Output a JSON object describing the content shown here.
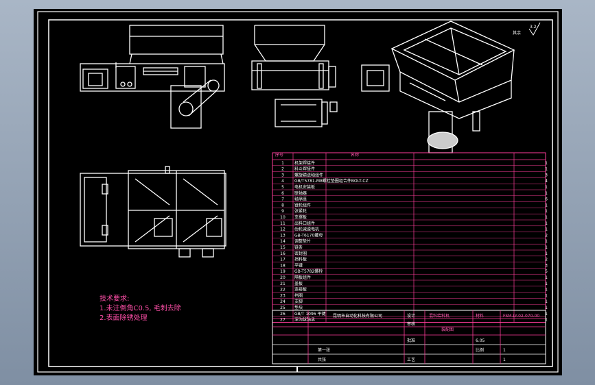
{
  "drawing": {
    "roughness_symbol": "3.2",
    "notes": {
      "title": "技术要求:",
      "line1": "1.未注倒角C0.5, 毛刺去除",
      "line2": "2.表面除锈处理"
    },
    "bom": {
      "header": {
        "no": "序号",
        "name": "名称"
      },
      "rows": [
        {
          "no": "1",
          "name": "机架焊接件",
          "qty": "1"
        },
        {
          "no": "2",
          "name": "料斗焊接件",
          "qty": "1"
        },
        {
          "no": "3",
          "name": "螺旋输送轴组件",
          "qty": "3"
        },
        {
          "no": "4",
          "name": "GB/T5781-M8螺栓垫圈组合件BOLT-CZ",
          "qty": "4"
        },
        {
          "no": "5",
          "name": "电机安装板",
          "qty": "1"
        },
        {
          "no": "6",
          "name": "联轴器",
          "qty": "1"
        },
        {
          "no": "7",
          "name": "轴承座",
          "qty": "6"
        },
        {
          "no": "8",
          "name": "链轮组件",
          "qty": "1"
        },
        {
          "no": "9",
          "name": "张紧轮",
          "qty": "1"
        },
        {
          "no": "10",
          "name": "支撑板",
          "qty": "1"
        },
        {
          "no": "11",
          "name": "出料口组件",
          "qty": "1"
        },
        {
          "no": "12",
          "name": "齿轮减速电机",
          "qty": "1"
        },
        {
          "no": "13",
          "name": "GB-T6170螺母",
          "qty": "2"
        },
        {
          "no": "14",
          "name": "调整垫片",
          "qty": "1"
        },
        {
          "no": "15",
          "name": "链条",
          "qty": "1"
        },
        {
          "no": "16",
          "name": "密封圈",
          "qty": "1"
        },
        {
          "no": "17",
          "name": "挡料板",
          "qty": "2"
        },
        {
          "no": "18",
          "name": "平键",
          "qty": "3"
        },
        {
          "no": "19",
          "name": "GB-T5782螺栓",
          "qty": "5"
        },
        {
          "no": "20",
          "name": "隔板组件",
          "qty": "1"
        },
        {
          "no": "21",
          "name": "盖板",
          "qty": "1"
        },
        {
          "no": "22",
          "name": "连接板",
          "qty": "1"
        },
        {
          "no": "23",
          "name": "挡圈",
          "qty": "1"
        },
        {
          "no": "24",
          "name": "支脚",
          "qty": "1"
        },
        {
          "no": "25",
          "name": "垫块",
          "qty": "1"
        },
        {
          "no": "26",
          "name": "GB/T 1096 平键",
          "qty": "1"
        },
        {
          "no": "27",
          "name": "深沟球轴承",
          "qty": "1"
        }
      ]
    },
    "title_block": {
      "company": "昆明市自动化科技有限公司",
      "label_design": "设计",
      "label_check": "审核",
      "label_process": "工艺",
      "label_approve": "批准",
      "label_scale": "比例",
      "label_sheet": "第一张",
      "label_total": "共张",
      "label_material": "材料",
      "drawing_name": "混料给料机",
      "assembly": "装配图",
      "drawing_no": "FSM-LY-02-070-00",
      "weight": "6.05",
      "scale_value": "1",
      "sheets_value": "1"
    }
  }
}
